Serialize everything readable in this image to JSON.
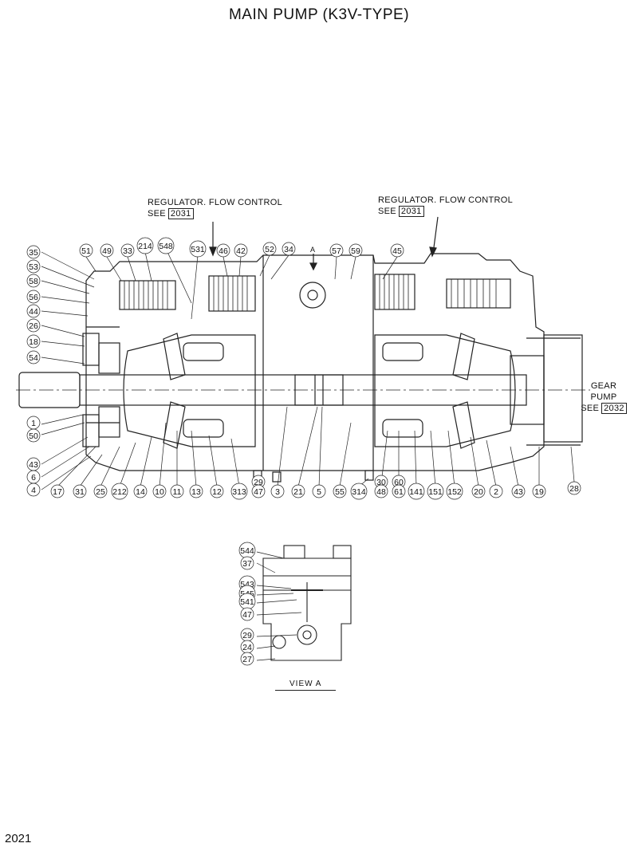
{
  "title": "MAIN PUMP (K3V-TYPE)",
  "page_number": "2021",
  "notes": {
    "regulator_left": {
      "line1": "REGULATOR. FLOW CONTROL",
      "see": "SEE",
      "ref": "2031"
    },
    "regulator_right": {
      "line1": "REGULATOR. FLOW CONTROL",
      "see": "SEE",
      "ref": "2031"
    },
    "gear_pump": {
      "line1": "GEAR",
      "line2": "PUMP",
      "see": "SEE",
      "ref": "2032"
    }
  },
  "view_label": "VIEW A",
  "view_marker": "A",
  "callouts_top": [
    "51",
    "49",
    "33",
    "214",
    "548",
    "531",
    "46",
    "42",
    "52",
    "34",
    "57",
    "59",
    "45"
  ],
  "callouts_left": [
    "35",
    "53",
    "58",
    "56",
    "44",
    "26",
    "18",
    "54",
    "1",
    "50",
    "43",
    "6",
    "4"
  ],
  "callouts_bottom": [
    "17",
    "31",
    "25",
    "212",
    "14",
    "10",
    "11",
    "13",
    "12",
    "313",
    "29",
    "47",
    "3",
    "21",
    "5",
    "55",
    "314",
    "30",
    "48",
    "60",
    "61",
    "141",
    "151",
    "152",
    "20",
    "2",
    "43",
    "19",
    "28"
  ],
  "callouts_view_a": [
    "544",
    "37",
    "543",
    "545",
    "541",
    "47",
    "29",
    "24",
    "27"
  ]
}
